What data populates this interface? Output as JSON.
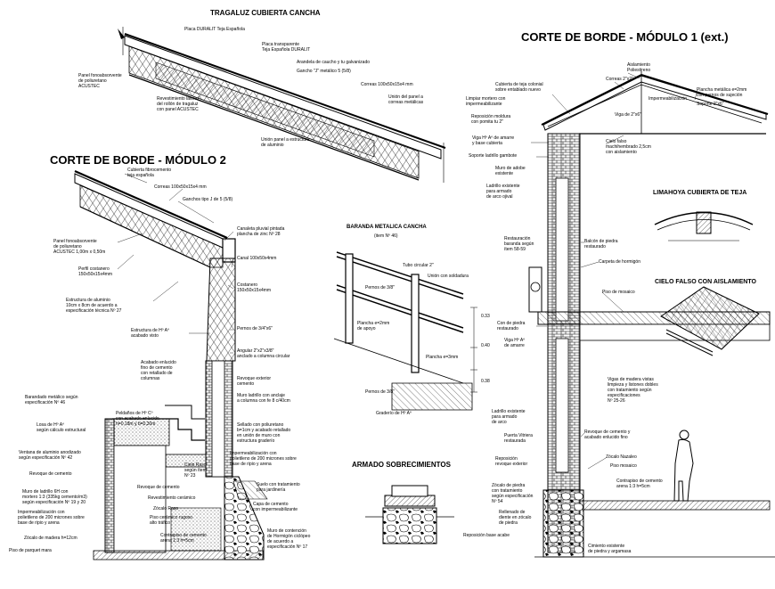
{
  "titles": {
    "tragaluz": "TRAGALUZ CUBIERTA CANCHA",
    "modulo1": "CORTE DE BORDE - MÓDULO 1 (ext.)",
    "modulo2": "CORTE DE BORDE - MÓDULO 2",
    "baranda": "BARANDA METALICA CANCHA",
    "baranda_sub": "(item Nº 46)",
    "limahoya": "LIMAHOYA CUBIERTA DE TEJA",
    "cielo": "CIELO FALSO CON AISLAMIENTO",
    "armado": "ARMADO SOBRECIMIENTOS"
  },
  "dims": [
    "0.33",
    "0.40",
    "0.38"
  ],
  "notes": {
    "tragaluz": [
      "Placa DURALIT Teja Española",
      "Placa transparente\nTeja Española DURALIT",
      "Arandela de caucho y tu galvanizado",
      "Gancho \"J\" metálico 5 (5/8)",
      "Panel fonoabsorvente\nde poliuretano\nACUSTEC",
      "Correas 100x50x15x4 mm",
      "Revestimiento lateral\ndel rollón de tragaluz\ncon panel ACUSTEC",
      "Unión del panel a\ncorreas metálicas",
      "Unión panel a estructura\nde aluminio"
    ],
    "modulo2": [
      "Cubierta fibrocemento\nteja española",
      "Correas 100x50x15x4 mm",
      "Ganchos tipo J de 5 (5/8)",
      "Panel fonoabsorvente\nde poliuretano\nACUSTEC 1,00m x 0,50m",
      "Perfil costanero\n150x50x15x4mm",
      "Estructura de aluminio\n10cm x 8cm de acuerdo a\nespecificación técnica Nº 27",
      "Canaleta pluvial pintada\nplancha de zinc Nº 28",
      "Canal 100x50x4mm",
      "Costanero\n150x50x15x4mm",
      "Estructura de Hº Aº\nacabado visto",
      "Pernos de 3/4\"x6\"",
      "Angular 2\"x2\"x3/8\"\nanclado a columna circular",
      "Acabado enlucido\nfino de cemento\ncon retallado de\ncolumnas",
      "Revoque exterior\ncemento",
      "Muro ladrillo con anclaje\na columna con fe 8 c/40cm",
      "Barandado metálico según\nespecificación Nº 46",
      "Peldaños de Hº Cº\ncon acabado enlucido\nh=0,18m y b=0,30m",
      "Sellado con poliuretano\nb=1cm y acabado retallado\nen unión de muro con\nestructura graderío",
      "Losa de Hº Aº\nsegún cálculo estructural",
      "Ventana de aluminio anodizado\nsegún especificación Nº 42",
      "Impermeabilización con\npolietileno de 200 micrones sobre\nbase de ripio y arena",
      "Revoque de cemento",
      "Cielo Raso\nsegún ítem\nNº 23",
      "Muro de ladrillo 6H con\nmortero 1:3 (335kg cemento/m3)\nsegún especificación Nº 19 y 20",
      "Revestimiento cerámico",
      "Revoque de cemento",
      "Zócalo Raso",
      "Impermeabilización con\npolietileno de 200 micrones sobre\nbase de ripio y arena",
      "Piso cerámico rugoso\nalto tráfico",
      "Zócalo de madera h=12cm",
      "Contrapiso de cemento\narena 1:3 h=5cm",
      "Piso de parquet mara",
      "Suelo con tratamiento\npara jardinería",
      "Capa de cemento\ncon impermeabilizante",
      "Muro de contención\nde Hormigón ciclópeo\nde acuerdo a\nespecificación Nº 17"
    ],
    "modulo1": [
      "Aislamiento\nPoliestireno",
      "Correas 2\"x2\"",
      "Cubierta de teja colonial\nsobre entablado nuevo",
      "Impermeabilización",
      "Plancha metálica e=2mm\ncon pernos de sujeción",
      "Soporte 2\"x6\"",
      "Limpiar mortero con\nimpermeabilizante",
      "Reposición moldura\ncon pomita tu 2\"",
      "Viga de 2\"x6\"",
      "Viga Hº Aº de amarre\ny base cubierta",
      "Cielo falso\nmachihembrado 2,5cm\ncon aislamiento",
      "Soporte ladrillo gambote",
      "Muro de adobe\nexistente",
      "Ladrillo existente\npara armado\nde arco ojival",
      "Restauración\nbaranda según\nítem 58-59",
      "Balcón de piedra\nrestaurado",
      "Carpeta de hormigón",
      "Piso de mosaico",
      "Con de piedra\nrestaurado",
      "Viga Hº Aº\nde amarre",
      "Vigas de madera vistas\nlimpieza y listones dobles\ncon tratamiento según\nespecificaciones\nNº 25-26",
      "Ladrillo existente\npara armado\nde arco",
      "Revoque de cemento y\nacabado enlucido fino",
      "Puerta Vitriera\nrestaurada",
      "Reposición\nrevoque exterior",
      "Zócalo Nazaleo",
      "Piso mosaico",
      "Zócalo de piedra\ncon tratamiento\nsegún especificación\nNº 54",
      "Contrapiso de cemento\narena 1:3 h=5cm",
      "Rellenado de\ndiente en zócalo\nde piedra",
      "Reposición base acabe",
      "Cimiento existente\nde piedra y argamasa"
    ],
    "baranda": [
      "Tubo circular 2\"",
      "Unión con soldadura",
      "Pernos de 3/8\"",
      "Plancha e=2mm\nde apoyo",
      "Plancha e=3mm",
      "Pernos de 3/8\"",
      "Graderío de Hº Aº"
    ]
  }
}
